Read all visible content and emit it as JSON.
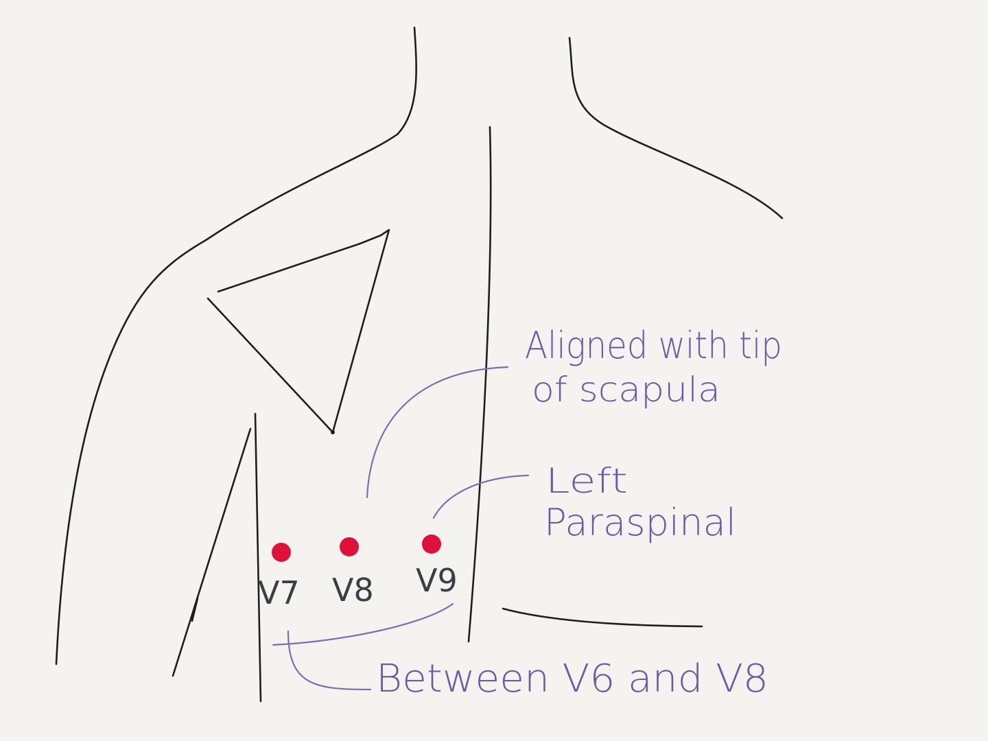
{
  "annotations": {
    "aligned_line1": "Aligned with tip",
    "aligned_line2": "of scapula",
    "paraspinal_line1": "Left",
    "paraspinal_line2": "Paraspinal",
    "between": "Between V6 and V8"
  },
  "leads": [
    {
      "label": "V7",
      "color": "#e0103a"
    },
    {
      "label": "V8",
      "color": "#e0103a"
    },
    {
      "label": "V9",
      "color": "#e0103a"
    }
  ],
  "colors": {
    "background": "#f4f3f0",
    "outline": "#1e1e1e",
    "annotation": "#6a5aa8",
    "electrode": "#e0103a"
  }
}
